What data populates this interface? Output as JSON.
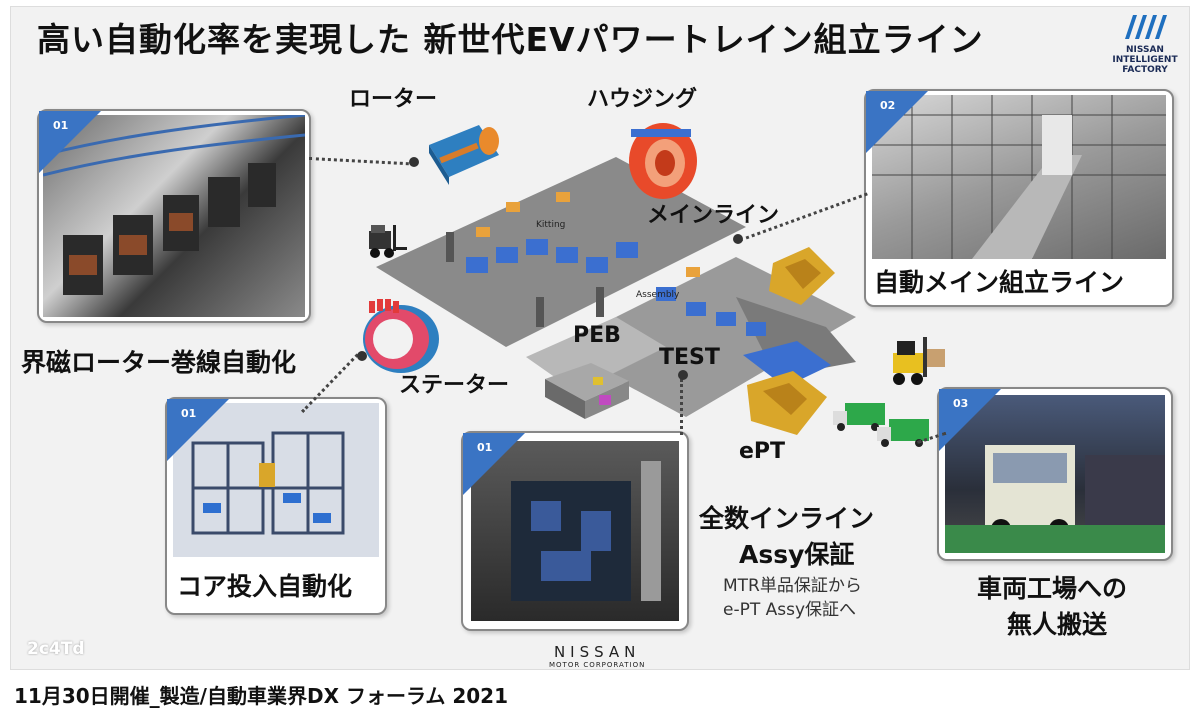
{
  "title": "高い自動化率を実現した 新世代EVパワートレイン組立ライン",
  "logo": {
    "line1": "NISSAN",
    "line2": "INTELLIGENT",
    "line3": "FACTORY"
  },
  "labels": {
    "rotor": "ローター",
    "housing": "ハウジング",
    "main_line": "メインライン",
    "peb": "PEB",
    "test": "TEST",
    "stator": "ステーター",
    "ept": "ePT",
    "kitting": "Kitting",
    "assembly": "Assembly"
  },
  "cards": {
    "rotor_winding": {
      "badge": "01",
      "caption": "界磁ローター巻線自動化"
    },
    "main_assembly": {
      "badge": "02",
      "caption": "自動メイン組立ライン"
    },
    "core_insert": {
      "badge": "01",
      "caption": "コア投入自動化"
    },
    "inline_test": {
      "badge": "01"
    },
    "transport": {
      "badge": "03",
      "caption_line1": "車両工場への",
      "caption_line2": "無人搬送"
    }
  },
  "assy": {
    "line1": "全数インライン",
    "line2": "Assy保証",
    "sub1": "MTR単品保証から",
    "sub2": "e-PT Assy保証へ"
  },
  "brand": {
    "name": "NISSAN",
    "tagline": "MOTOR CORPORATION"
  },
  "watermark": "2c4Td",
  "footer": "11月30日開催_製造/自動車業界DX フォーラム 2021",
  "colors": {
    "badge_blue": "#3a74c4",
    "floor": "#8a8a8a",
    "rotor_blue": "#2e7fc0",
    "housing_red": "#e84a2a",
    "gold": "#d9a62a",
    "truck_green": "#2da84a"
  }
}
